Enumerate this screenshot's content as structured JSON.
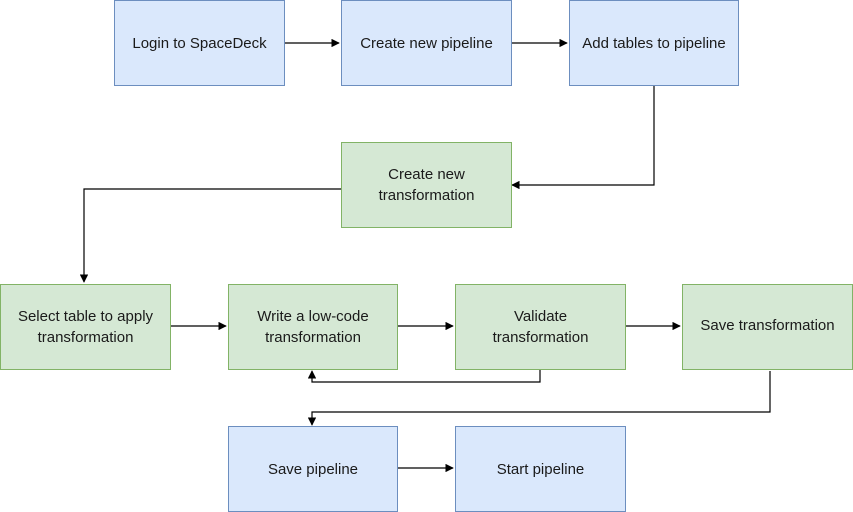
{
  "diagram": {
    "nodes": {
      "login": {
        "label": "Login to SpaceDeck",
        "color": "#dae8fc"
      },
      "create_pipeline": {
        "label": "Create new pipeline",
        "color": "#dae8fc"
      },
      "add_tables": {
        "label": "Add tables to pipeline",
        "color": "#dae8fc"
      },
      "create_transformation": {
        "label": "Create new transformation",
        "color": "#d5e8d4"
      },
      "select_table": {
        "label": "Select table to apply transformation",
        "color": "#d5e8d4"
      },
      "write_transformation": {
        "label": "Write a low-code transformation",
        "color": "#d5e8d4"
      },
      "validate_transformation": {
        "label": "Validate transformation",
        "color": "#d5e8d4"
      },
      "save_transformation": {
        "label": "Save transformation",
        "color": "#d5e8d4"
      },
      "save_pipeline": {
        "label": "Save pipeline",
        "color": "#dae8fc"
      },
      "start_pipeline": {
        "label": "Start pipeline",
        "color": "#dae8fc"
      }
    },
    "edges": [
      {
        "from": "login",
        "to": "create_pipeline"
      },
      {
        "from": "create_pipeline",
        "to": "add_tables"
      },
      {
        "from": "add_tables",
        "to": "create_transformation"
      },
      {
        "from": "create_transformation",
        "to": "select_table"
      },
      {
        "from": "select_table",
        "to": "write_transformation"
      },
      {
        "from": "write_transformation",
        "to": "validate_transformation"
      },
      {
        "from": "validate_transformation",
        "to": "write_transformation"
      },
      {
        "from": "validate_transformation",
        "to": "save_transformation"
      },
      {
        "from": "save_transformation",
        "to": "save_pipeline"
      },
      {
        "from": "save_pipeline",
        "to": "start_pipeline"
      }
    ]
  }
}
